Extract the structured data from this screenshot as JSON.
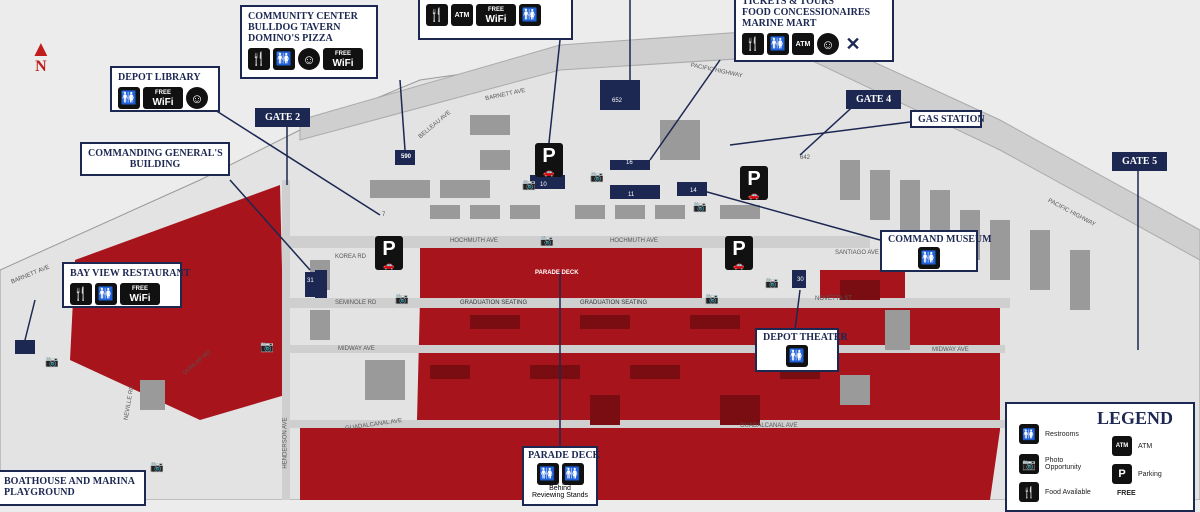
{
  "map": {
    "north_label": "N",
    "legend_title": "LEGEND",
    "legend_items": [
      "Restrooms",
      "Photo Opportunity",
      "Food Available",
      "ATM",
      "Parking"
    ],
    "legend_free": "FREE",
    "parade_deck_label": "PARADE DECK",
    "graduation_seating": [
      "GRADUATION SEATING",
      "GRADUATION SEATING"
    ],
    "parking_symbol": "P",
    "wifi_free": "FREE",
    "wifi_text": "WiFi",
    "atm_text": "ATM",
    "colors": {
      "navy": "#1c2752",
      "red": "#a8141c",
      "road": "#cfcfcf",
      "background": "#ececec"
    }
  },
  "callouts": {
    "community": "COMMUNITY CENTER\nBULLDOG TAVERN\nDOMINO'S PIZZA",
    "exchange": "TICKETS & TOURS\nFOOD CONCESSIONAIRES\nMARINE MART",
    "library": "DEPOT LIBRARY",
    "cg_building": "COMMANDING GENERAL'S\nBUILDING",
    "gas": "GAS STATION",
    "museum": "COMMAND MUSEUM",
    "bayview": "BAY VIEW RESTAURANT",
    "theater": "DEPOT THEATER",
    "parade": "PARADE DECK",
    "parade_sub": "Behind\nReviewing Stands",
    "boathouse": "BOATHOUSE AND MARINA\nPLAYGROUND"
  },
  "gates": {
    "g2": "GATE 2",
    "g4": "GATE 4",
    "g5": "GATE 5"
  },
  "streets": {
    "hochmuth_a": "HOCHMUTH AVE",
    "hochmuth_b": "HOCHMUTH AVE",
    "korea": "KOREA RD",
    "seminole": "SEMINOLE RD",
    "midway": "MIDWAY AVE",
    "midway_e": "MIDWAY AVE",
    "barnett": "BARNETT AVE",
    "barnett_w": "BARNETT AVE",
    "belleau": "BELLEAU AVE",
    "pacific_n": "PACIFIC HIGHWAY",
    "pacific_e": "PACIFIC HIGHWAY",
    "guadalcanal": "GUADALCANAL AVE",
    "guadalcanal_e": "GUADALCANAL AVE",
    "santiago": "SANTIAGO AVE",
    "novetta": "NOVETTA ST",
    "henderson": "HENDERSON AVE",
    "dunlap": "DUNLAP RD",
    "neville": "NEVILLE RD"
  },
  "building_numbers": [
    "590",
    "7",
    "10",
    "16",
    "11",
    "14",
    "31",
    "30",
    "642",
    "652"
  ]
}
